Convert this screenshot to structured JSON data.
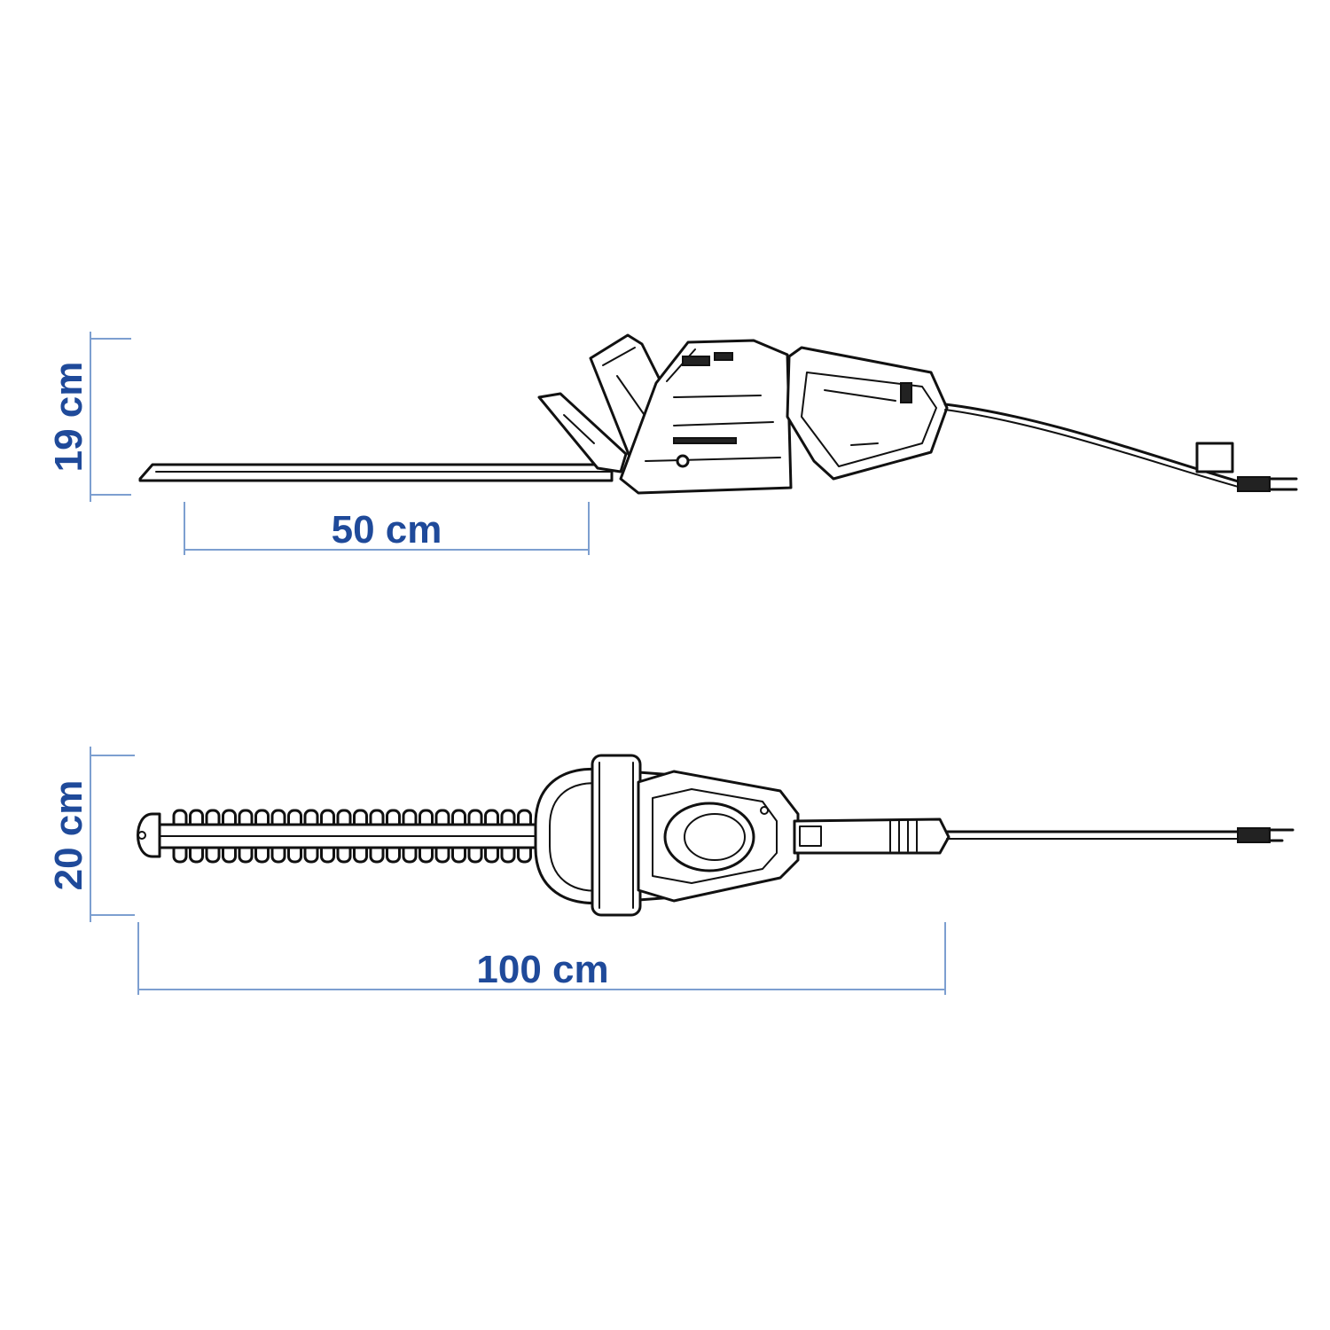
{
  "colors": {
    "dimension": "#1f4a9a",
    "dimension_line": "#7d9fd0",
    "outline": "#111111"
  },
  "side_view": {
    "height_label": "19 cm",
    "blade_length_label": "50 cm"
  },
  "top_view": {
    "width_label": "20 cm",
    "total_length_label": "100 cm"
  }
}
